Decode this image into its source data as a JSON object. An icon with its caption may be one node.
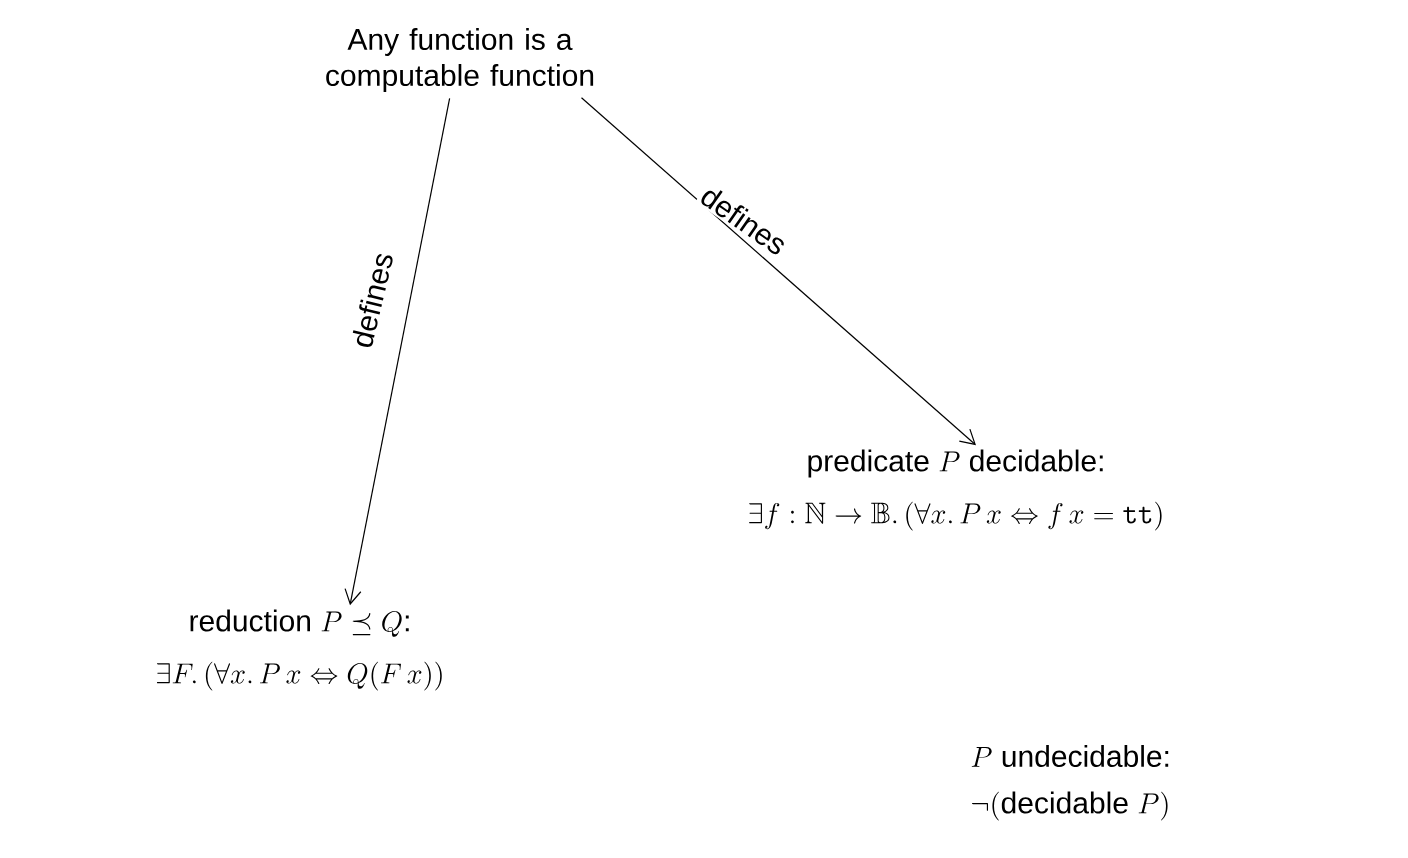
{
  "diagram": {
    "nodes": [
      {
        "text": [
          "Any function is a computable function"
        ]
      },
      {
        "text": [
          "\\text{predicate } P \\text{ decidable:}",
          "\\exists f : \\mathbb{N} \\to \\mathbb{B}.\\,(\\forall x.\\, P\\,x \\Leftrightarrow f\\,x = \\mathtt{tt})"
        ]
      },
      {
        "text": [
          "\\text{reduction } P \\preceq Q\\text{:}",
          "\\exists F.\\,(\\forall x.\\, P\\,x \\Leftrightarrow Q(F\\,x))"
        ]
      }
    ],
    "edges": [
      {
        "from": 0,
        "to": 2,
        "arrow": "to",
        "label": "defines"
      },
      {
        "from": 0,
        "to": 1,
        "arrow": "to",
        "label": "defines"
      }
    ],
    "labels": [
      "P\\text{ undecidable:}",
      "\\neg(\\text{decidable } P)"
    ]
  }
}
